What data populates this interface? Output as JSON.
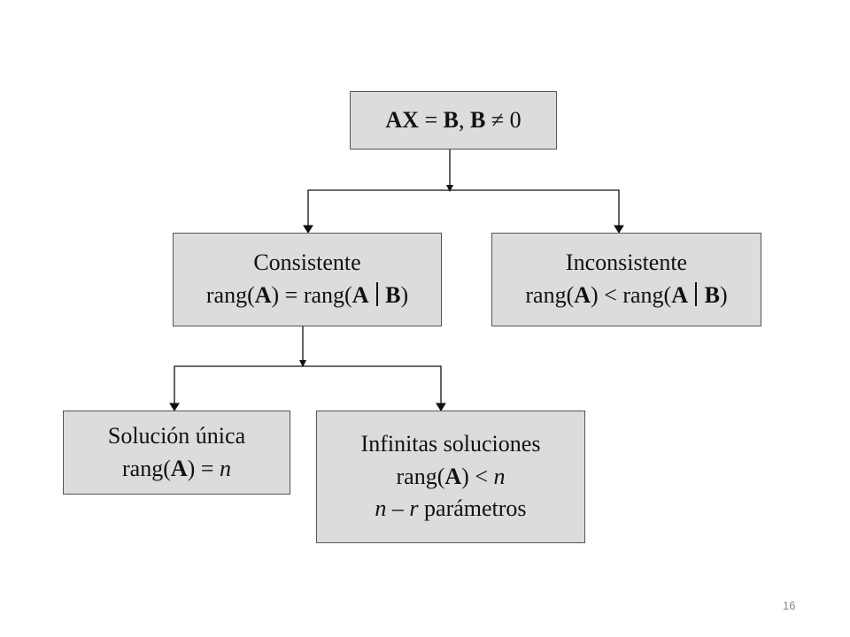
{
  "root": {
    "lhs": "AX",
    "eq": " = ",
    "b1": "B",
    "sep": ", ",
    "b2": "B",
    "rel": " ≠ 0"
  },
  "consistente": {
    "title": "Consistente",
    "rang1": "rang(",
    "a": "A",
    "mid": ") = rang(",
    "a2": "A",
    "b": "B",
    "close": ")"
  },
  "inconsistente": {
    "title": "Inconsistente",
    "rang1": "rang(",
    "a": "A",
    "mid": ") < rang(",
    "a2": "A",
    "b": "B",
    "close": ")"
  },
  "unica": {
    "title": "Solución única",
    "rang1": "rang(",
    "a": "A",
    "mid": ") = ",
    "n": "n"
  },
  "infinitas": {
    "title": "Infinitas soluciones",
    "rang1": "rang(",
    "a": "A",
    "mid": ") < ",
    "n": "n",
    "n2": "n",
    "minus": " – ",
    "r": "r",
    "params": " parámetros"
  },
  "page_number": "16",
  "colors": {
    "box_fill": "#dcdcdc",
    "box_border": "#555555",
    "connector": "#111111",
    "page_number": "#888888"
  }
}
